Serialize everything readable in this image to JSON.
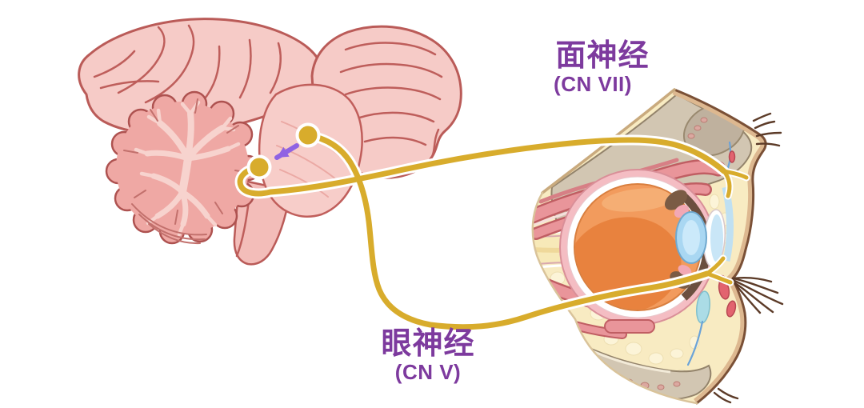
{
  "labels": {
    "facial_nerve": {
      "name_zh": "面神经",
      "cranial_nerve": "(CN VII)"
    },
    "ophthalmic_nerve": {
      "name_zh": "眼神经",
      "cranial_nerve": "(CN V)"
    }
  },
  "colors": {
    "nerve_gold": "#D8AC2C",
    "arrow_purple": "#8F62E3",
    "label_purple": "#7D3A9E",
    "brain_pink": "#F6CBC7",
    "brain_pink_dark": "#EFA8A4",
    "brain_outline": "#BA5B58",
    "eye_orange": "#F29B5D",
    "eye_orange_dark": "#E8823E",
    "lens_blue": "#A9D7F2",
    "fat_yellow": "#F8EBC2",
    "muscle_pink": "#E9959A",
    "bone_gray": "#D2C6B2",
    "skin_tan": "#DDB890"
  }
}
